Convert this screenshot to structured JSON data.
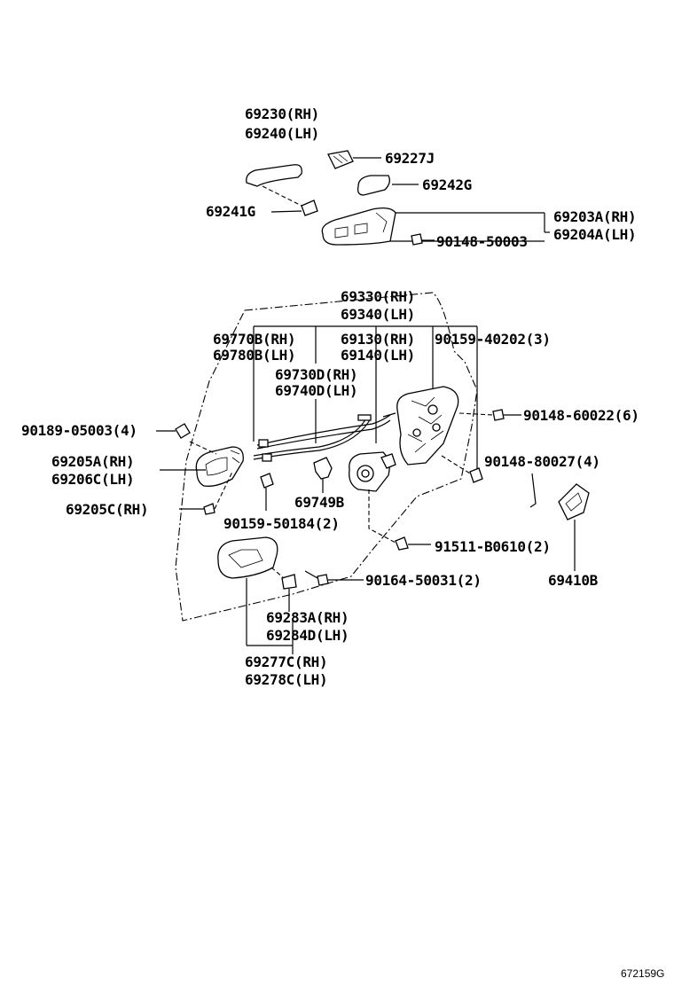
{
  "labels": {
    "p69230": "69230(RH)",
    "p69240": "69240(LH)",
    "p69227j": "69227J",
    "p69242g": "69242G",
    "p69241g": "69241G",
    "p69203a": "69203A(RH)",
    "p69204a": "69204A(LH)",
    "p90148_50003": "90148-50003",
    "p69330": "69330(RH)",
    "p69340": "69340(LH)",
    "p69770b": "69770B(RH)",
    "p69780b": "69780B(LH)",
    "p69130": "69130(RH)",
    "p69140": "69140(LH)",
    "p90159_40202": "90159-40202(3)",
    "p69730d": "69730D(RH)",
    "p69740d": "69740D(LH)",
    "p90189_05003": "90189-05003(4)",
    "p90148_60022": "90148-60022(6)",
    "p69205a": "69205A(RH)",
    "p69206c": "69206C(LH)",
    "p90148_80027": "90148-80027(4)",
    "p69749b": "69749B",
    "p69205c": "69205C(RH)",
    "p90159_50184": "90159-50184(2)",
    "p91511_b0610": "91511-B0610(2)",
    "p69410b": "69410B",
    "p90164_50031": "90164-50031(2)",
    "p69283a": "69283A(RH)",
    "p69284d": "69284D(LH)",
    "p69277c": "69277C(RH)",
    "p69278c": "69278C(LH)"
  },
  "figure_code": "672159G"
}
